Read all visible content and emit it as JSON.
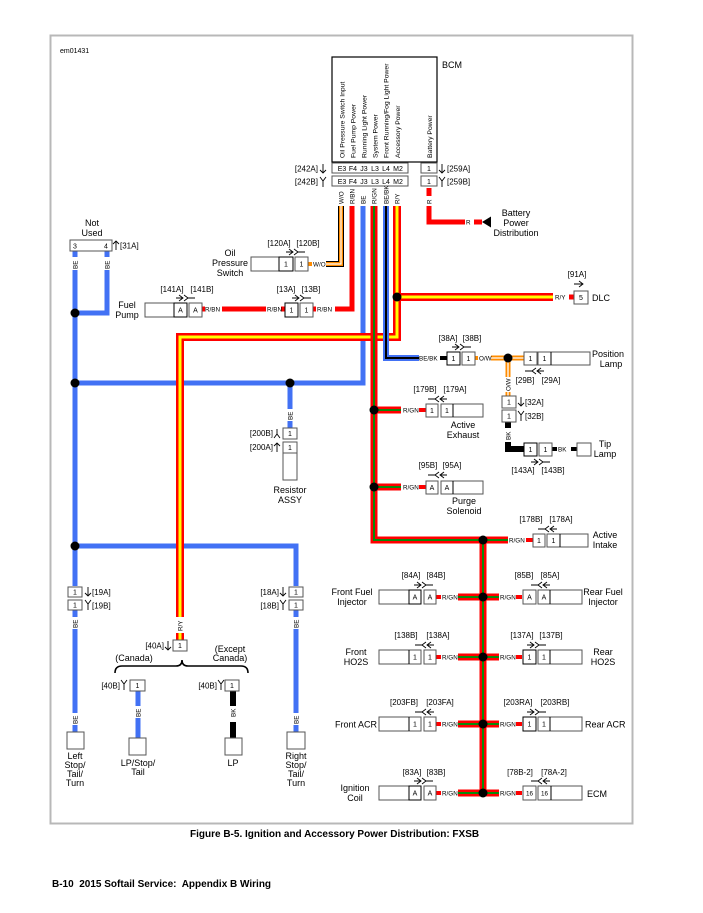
{
  "figure_id": "em01431",
  "bcm": {
    "title": "BCM",
    "pin_functions": [
      "Oil Pressure Switch Input",
      "Fuel Pump Power",
      "Running Light Power",
      "System Power",
      "Front Running/Fog Light Power",
      "Accessory Power"
    ],
    "battery_function": "Battery Power",
    "connector_a": "[242A]",
    "connector_b": "[242B]",
    "pins": [
      "E3",
      "F4",
      "J3",
      "L3",
      "L4",
      "M2"
    ],
    "battery_connector_a": "[259A]",
    "battery_connector_b": "[259B]",
    "battery_pin": "1"
  },
  "wire_codes": {
    "w_o": "W/O",
    "r_bn": "R/BN",
    "be": "BE",
    "r_gn": "R/GN",
    "be_bk": "BE/BK",
    "r_y": "R/Y",
    "r": "R",
    "o_w": "O/W",
    "bk": "BK"
  },
  "wire_colors": {
    "blue": "#4271f4",
    "red": "#ff0000",
    "yellow": "#ffff00",
    "green": "#0a8a0a",
    "orange": "#ff8c00",
    "black": "#000000",
    "white": "#ffffff"
  },
  "battery_power_distribution": {
    "lines": [
      "Battery",
      "Power",
      "Distribution"
    ]
  },
  "not_used": {
    "lines": [
      "Not",
      "Used"
    ],
    "connector": "[31A]",
    "pins": [
      "3",
      "4"
    ]
  },
  "oil_pressure_switch": {
    "lines": [
      "Oil",
      "Pressure",
      "Switch"
    ],
    "connectors": [
      "[120A]",
      "[120B]"
    ],
    "pin": "1"
  },
  "fuel_pump": {
    "lines": [
      "Fuel",
      "Pump"
    ],
    "connectors": [
      "[141A]",
      "[141B]"
    ],
    "pin": "A"
  },
  "inline_13": {
    "connectors": [
      "[13A]",
      "[13B]"
    ],
    "pin": "1"
  },
  "dlc": {
    "name": "DLC",
    "connector": "[91A]",
    "pin": "5"
  },
  "inline_38": {
    "connectors": [
      "[38A]",
      "[38B]"
    ],
    "pin": "1"
  },
  "position_lamp": {
    "lines": [
      "Position",
      "Lamp"
    ],
    "connectors": [
      "[29B]",
      "[29A]"
    ],
    "pin": "1"
  },
  "inline_32": {
    "connectors": [
      "[32A]",
      "[32B]"
    ],
    "pin": "1"
  },
  "tip_lamp": {
    "lines": [
      "Tip",
      "Lamp"
    ],
    "connectors": [
      "[143A]",
      "[143B]"
    ],
    "pin": "1"
  },
  "active_exhaust": {
    "lines": [
      "Active",
      "Exhaust"
    ],
    "connectors": [
      "[179B]",
      "[179A]"
    ],
    "pin": "1"
  },
  "purge_solenoid": {
    "lines": [
      "Purge",
      "Solenoid"
    ],
    "connectors": [
      "[95B]",
      "[95A]"
    ],
    "pin": "A"
  },
  "active_intake": {
    "lines": [
      "Active",
      "Intake"
    ],
    "connectors": [
      "[178B]",
      "[178A]"
    ],
    "pin": "1"
  },
  "resistor_assy": {
    "lines": [
      "Resistor",
      "ASSY"
    ],
    "connectors": [
      "[200B]",
      "[200A]"
    ],
    "pin": "1"
  },
  "left_lamp": {
    "lines": [
      "Left",
      "Stop/",
      "Tail/",
      "Turn"
    ],
    "connectors": [
      "[19A]",
      "[19B]"
    ],
    "pin": "1"
  },
  "right_lamp": {
    "lines": [
      "Right",
      "Stop/",
      "Tail/",
      "Turn"
    ],
    "connectors": [
      "[18A]",
      "[18B]"
    ],
    "pin": "1"
  },
  "license_split": {
    "connector": "[40A]",
    "pin": "1",
    "canada_label": "(Canada)",
    "except_canada_lines": [
      "(Except",
      "Canada)"
    ]
  },
  "lp_stop_tail": {
    "lines": [
      "LP/Stop/",
      "Tail"
    ],
    "connector": "[40B]",
    "pin": "1"
  },
  "lp": {
    "lines": [
      "LP"
    ],
    "connector": "[40B]",
    "pin": "1"
  },
  "trunk_rows": [
    {
      "left": {
        "lines": [
          "Front Fuel",
          "Injector"
        ],
        "connectors": [
          "[84A]",
          "[84B]"
        ],
        "pin": "A"
      },
      "right": {
        "lines": [
          "Rear Fuel",
          "Injector"
        ],
        "connectors": [
          "[85B]",
          "[85A]"
        ],
        "pin": "A"
      }
    },
    {
      "left": {
        "lines": [
          "Front",
          "HO2S"
        ],
        "connectors": [
          "[138B]",
          "[138A]"
        ],
        "pin": "1"
      },
      "right": {
        "lines": [
          "Rear",
          "HO2S"
        ],
        "connectors": [
          "[137A]",
          "[137B]"
        ],
        "pin": "1"
      }
    },
    {
      "left": {
        "lines": [
          "Front ACR"
        ],
        "connectors": [
          "[203FB]",
          "[203FA]"
        ],
        "pin": "1"
      },
      "right": {
        "lines": [
          "Rear ACR"
        ],
        "connectors": [
          "[203RA]",
          "[203RB]"
        ],
        "pin": "1"
      }
    },
    {
      "left": {
        "lines": [
          "Ignition",
          "Coil"
        ],
        "connectors": [
          "[83A]",
          "[83B]"
        ],
        "pin": "A"
      },
      "right": {
        "lines": [
          "ECM"
        ],
        "connectors": [
          "[78B-2]",
          "[78A-2]"
        ],
        "pin": "16"
      }
    }
  ],
  "caption": "Figure B-5. Ignition and Accessory Power Distribution: FXSB",
  "footer": "B-10  2015 Softail Service:  Appendix B Wiring"
}
